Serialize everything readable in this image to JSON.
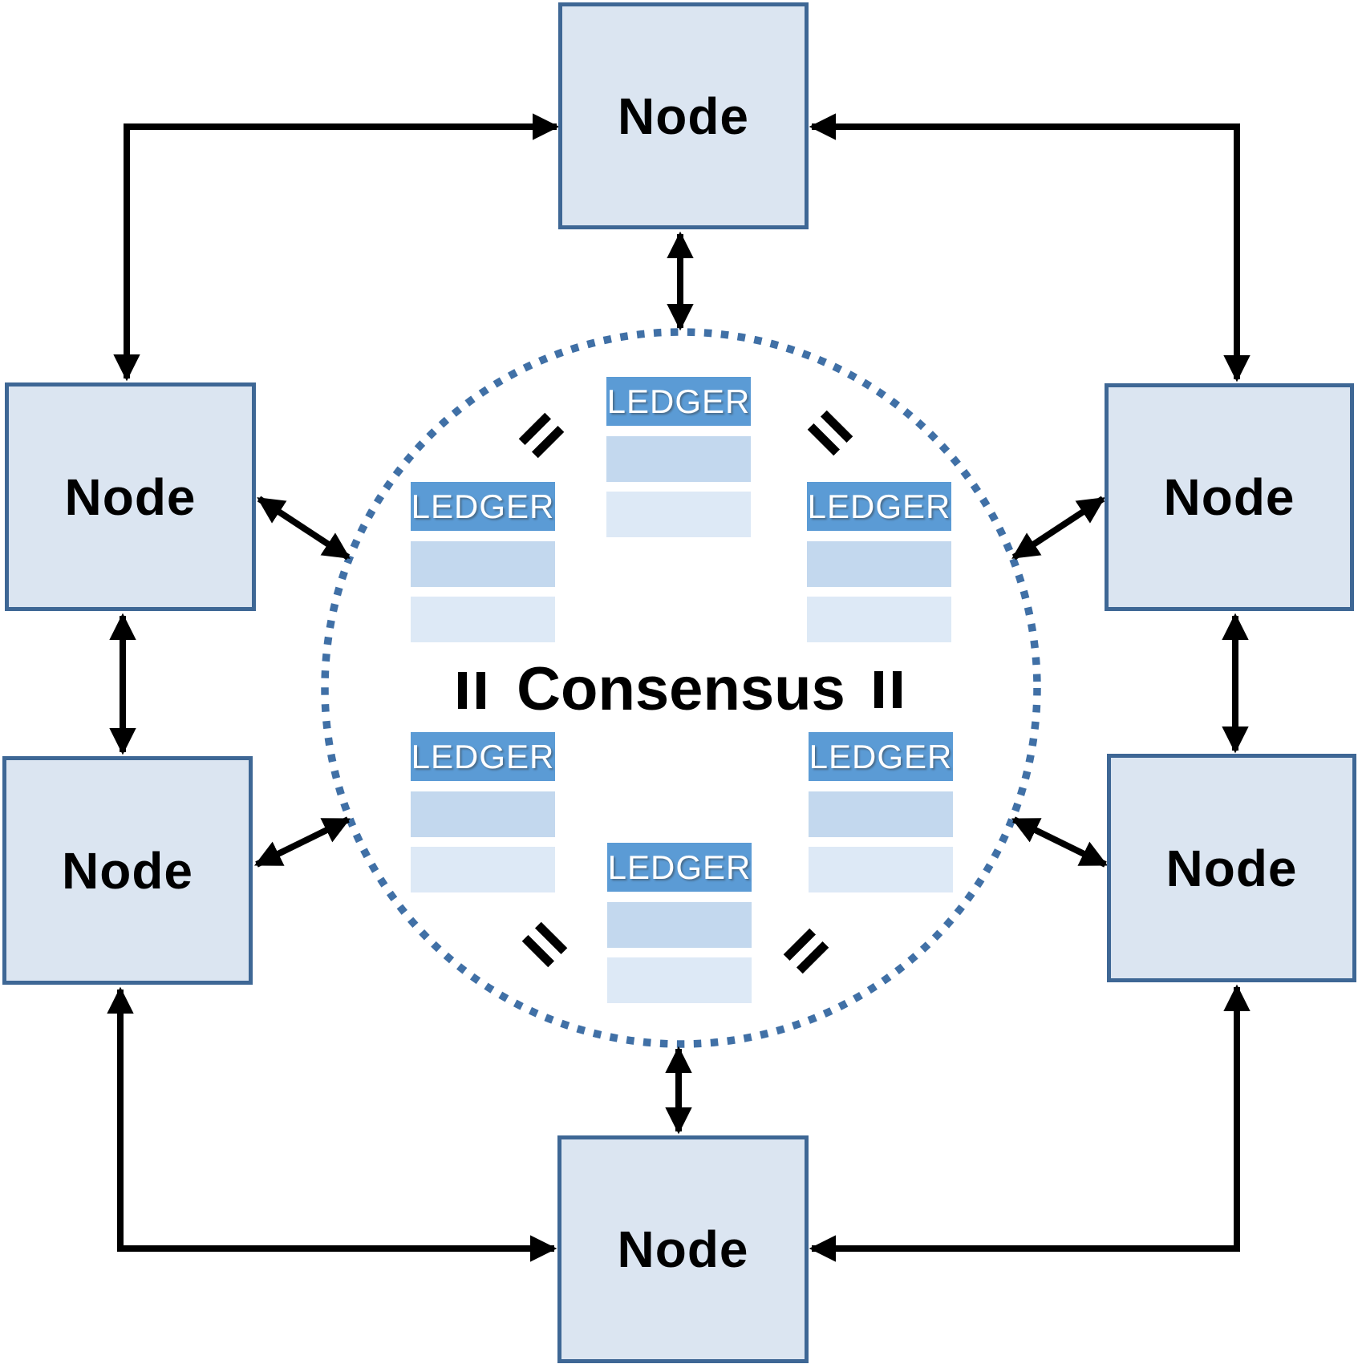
{
  "diagram": {
    "type": "network-consensus-diagram",
    "consensus_label": "Consensus",
    "equals_symbol": "=",
    "nodes": [
      {
        "id": "top",
        "label": "Node"
      },
      {
        "id": "left-upper",
        "label": "Node"
      },
      {
        "id": "right-upper",
        "label": "Node"
      },
      {
        "id": "left-lower",
        "label": "Node"
      },
      {
        "id": "right-lower",
        "label": "Node"
      },
      {
        "id": "bottom",
        "label": "Node"
      }
    ],
    "ledgers": [
      {
        "id": "top-center",
        "label": "LEDGER",
        "blank_rows": 2
      },
      {
        "id": "left-upper",
        "label": "LEDGER",
        "blank_rows": 2
      },
      {
        "id": "right-upper",
        "label": "LEDGER",
        "blank_rows": 2
      },
      {
        "id": "left-lower",
        "label": "LEDGER",
        "blank_rows": 2
      },
      {
        "id": "right-lower",
        "label": "LEDGER",
        "blank_rows": 2
      },
      {
        "id": "bottom-center",
        "label": "LEDGER",
        "blank_rows": 2
      }
    ],
    "colors": {
      "node_fill": "#dbe5f1",
      "node_border": "#3e6795",
      "ledger_header": "#5b9bd5",
      "ledger_row_1": "#c3d8ee",
      "ledger_row_2": "#dde9f6",
      "circle_dots": "#4070a6",
      "arrows": "#000000",
      "label_text": "#000000",
      "ledger_label_text": "#ffffff"
    }
  }
}
